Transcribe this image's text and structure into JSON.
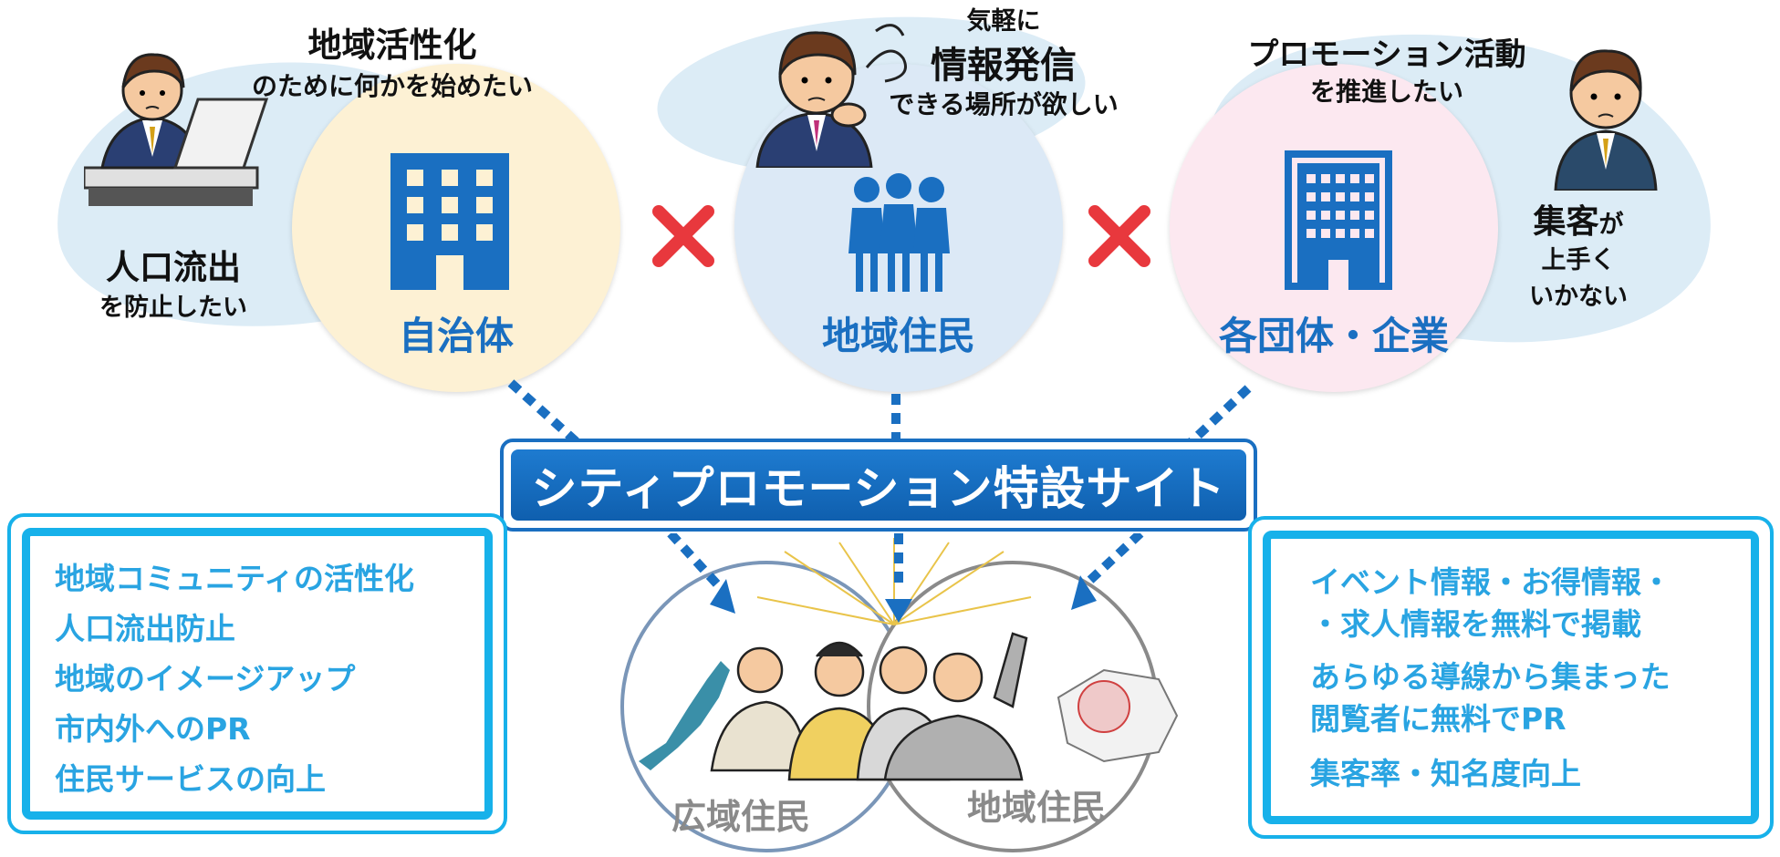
{
  "left_group": {
    "callout_top_big": "地域活性化",
    "callout_top_small": "のために何かを始めたい",
    "callout_side_big": "人口流出",
    "callout_side_small": "を防止したい",
    "circle_label": "自治体",
    "icon": "office-building-icon"
  },
  "center_group": {
    "callout_line1": "気軽に",
    "callout_line2": "情報発信",
    "callout_line3": "できる場所が欲しい",
    "circle_label": "地域住民",
    "icon": "people-group-icon"
  },
  "right_group": {
    "callout_top_big": "プロモーション活動",
    "callout_top_small": "を推進したい",
    "callout_side_big": "集客",
    "callout_side_suffix": "が",
    "callout_side_line2": "上手く",
    "callout_side_line3": "いかない",
    "circle_label": "各団体・企業",
    "icon": "company-building-icon"
  },
  "banner": {
    "label": "シティプロモーション特設サイト"
  },
  "left_panel": {
    "items": [
      "地域コミュニティの活性化",
      "人口流出防止",
      "地域のイメージアップ",
      "市内外へのPR",
      "住民サービスの向上"
    ]
  },
  "right_panel": {
    "items": [
      "イベント情報・お得情報・",
      "・求人情報を無料で掲載",
      "あらゆる導線から集まった",
      "閲覧者に無料でPR",
      "集客率・知名度向上"
    ]
  },
  "venn": {
    "left_label": "広域住民",
    "right_label": "地域住民"
  },
  "colors": {
    "accent_blue": "#1a6fc1",
    "panel_cyan": "#17b1ea",
    "cross_red": "#e8383d",
    "circle_left": "#fdf1d4",
    "circle_center": "#dce9f6",
    "circle_right": "#fce8f0"
  }
}
